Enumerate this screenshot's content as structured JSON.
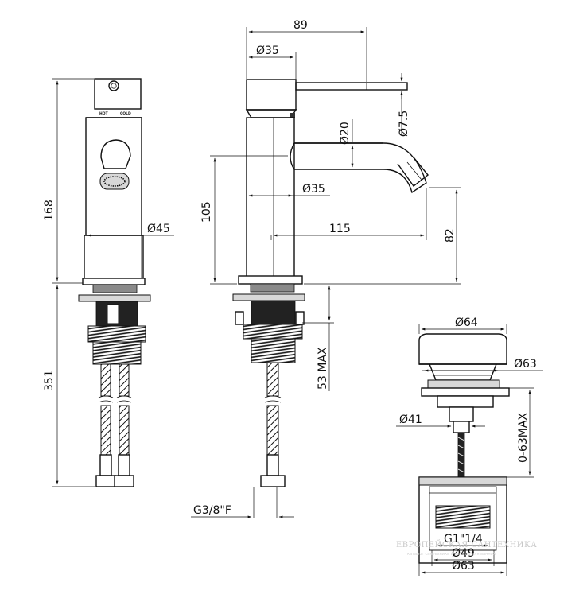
{
  "dimensions": {
    "front_height": "168",
    "hose_length": "351",
    "body_diameter": "Ø45",
    "total_reach_width": "89",
    "lever_diameter": "Ø35",
    "lever_rod_diameter": "Ø7.5",
    "spout_diameter": "Ø20",
    "body_diameter_side": "Ø35",
    "spout_height": "105",
    "spout_reach": "115",
    "outlet_height": "82",
    "max_deck_thickness": "53 MAX",
    "hose_connection": "G3/8\"F",
    "waste_cap_diameter": "Ø64",
    "waste_flange_diameter": "Ø63",
    "waste_stem_diameter": "Ø41",
    "waste_adjust_range": "0-63MAX",
    "waste_thread": "G1\"1/4",
    "waste_inner_diameter": "Ø49",
    "waste_outer_diameter": "Ø63"
  },
  "handle_labels": {
    "hot": "HOT",
    "cold": "COLD"
  },
  "watermark": {
    "brand": "ЕВРОПЕЙСКАЯ САНТЕХНИКА",
    "subline": "каталог сантехники и мебели для ванной"
  }
}
